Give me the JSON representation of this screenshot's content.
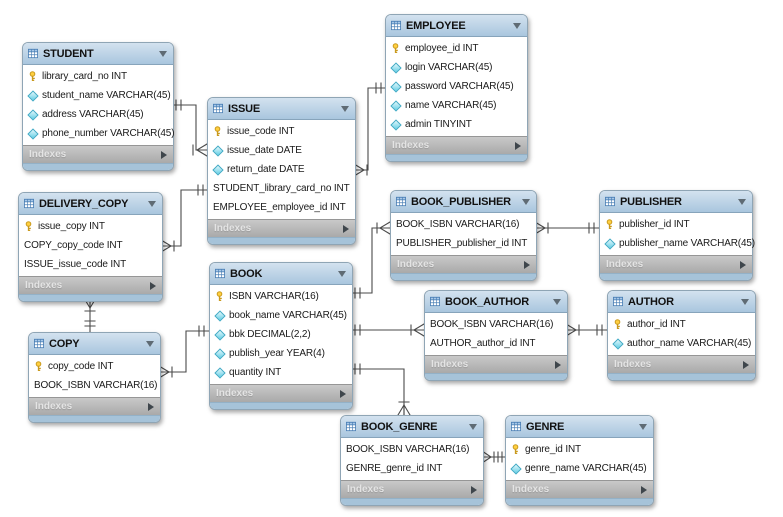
{
  "diagram": {
    "kind": "EER database schema diagram",
    "tables": [
      {
        "name": "STUDENT",
        "footer": "Indexes",
        "columns": [
          {
            "icon": "key",
            "text": "library_card_no INT"
          },
          {
            "icon": "diamond",
            "text": "student_name VARCHAR(45)"
          },
          {
            "icon": "diamond",
            "text": "address VARCHAR(45)"
          },
          {
            "icon": "diamond",
            "text": "phone_number VARCHAR(45)"
          }
        ]
      },
      {
        "name": "ISSUE",
        "footer": "Indexes",
        "columns": [
          {
            "icon": "key",
            "text": "issue_code INT"
          },
          {
            "icon": "diamond",
            "text": "issue_date DATE"
          },
          {
            "icon": "diamond",
            "text": "return_date DATE"
          },
          {
            "icon": "none",
            "text": "STUDENT_library_card_no INT"
          },
          {
            "icon": "none",
            "text": "EMPLOYEE_employee_id INT"
          }
        ]
      },
      {
        "name": "EMPLOYEE",
        "footer": "Indexes",
        "columns": [
          {
            "icon": "key",
            "text": "employee_id INT"
          },
          {
            "icon": "diamond",
            "text": "login VARCHAR(45)"
          },
          {
            "icon": "diamond",
            "text": "password VARCHAR(45)"
          },
          {
            "icon": "diamond",
            "text": "name VARCHAR(45)"
          },
          {
            "icon": "diamond",
            "text": "admin TINYINT"
          }
        ]
      },
      {
        "name": "DELIVERY_COPY",
        "footer": "Indexes",
        "columns": [
          {
            "icon": "key",
            "text": "issue_copy INT"
          },
          {
            "icon": "none",
            "text": "COPY_copy_code INT"
          },
          {
            "icon": "none",
            "text": "ISSUE_issue_code INT"
          }
        ]
      },
      {
        "name": "BOOK_PUBLISHER",
        "footer": "Indexes",
        "columns": [
          {
            "icon": "none",
            "text": "BOOK_ISBN VARCHAR(16)"
          },
          {
            "icon": "none",
            "text": "PUBLISHER_publisher_id INT"
          }
        ]
      },
      {
        "name": "PUBLISHER",
        "footer": "Indexes",
        "columns": [
          {
            "icon": "key",
            "text": "publisher_id INT"
          },
          {
            "icon": "diamond",
            "text": "publisher_name VARCHAR(45)"
          }
        ]
      },
      {
        "name": "BOOK",
        "footer": "Indexes",
        "columns": [
          {
            "icon": "key",
            "text": "ISBN VARCHAR(16)"
          },
          {
            "icon": "diamond",
            "text": "book_name VARCHAR(45)"
          },
          {
            "icon": "diamond",
            "text": "bbk DECIMAL(2,2)"
          },
          {
            "icon": "diamond",
            "text": "publish_year YEAR(4)"
          },
          {
            "icon": "diamond",
            "text": "quantity INT"
          }
        ]
      },
      {
        "name": "BOOK_AUTHOR",
        "footer": "Indexes",
        "columns": [
          {
            "icon": "none",
            "text": "BOOK_ISBN VARCHAR(16)"
          },
          {
            "icon": "none",
            "text": "AUTHOR_author_id INT"
          }
        ]
      },
      {
        "name": "AUTHOR",
        "footer": "Indexes",
        "columns": [
          {
            "icon": "key",
            "text": "author_id INT"
          },
          {
            "icon": "diamond",
            "text": "author_name VARCHAR(45)"
          }
        ]
      },
      {
        "name": "COPY",
        "footer": "Indexes",
        "columns": [
          {
            "icon": "key",
            "text": "copy_code INT"
          },
          {
            "icon": "none",
            "text": "BOOK_ISBN VARCHAR(16)"
          }
        ]
      },
      {
        "name": "BOOK_GENRE",
        "footer": "Indexes",
        "columns": [
          {
            "icon": "none",
            "text": "BOOK_ISBN VARCHAR(16)"
          },
          {
            "icon": "none",
            "text": "GENRE_genre_id INT"
          }
        ]
      },
      {
        "name": "GENRE",
        "footer": "Indexes",
        "columns": [
          {
            "icon": "key",
            "text": "genre_id INT"
          },
          {
            "icon": "diamond",
            "text": "genre_name VARCHAR(45)"
          }
        ]
      }
    ],
    "relations": [
      {
        "from": "STUDENT",
        "to": "ISSUE",
        "from_end": "one",
        "to_end": "many"
      },
      {
        "from": "EMPLOYEE",
        "to": "ISSUE",
        "from_end": "one",
        "to_end": "many"
      },
      {
        "from": "ISSUE",
        "to": "DELIVERY_COPY",
        "from_end": "one",
        "to_end": "many"
      },
      {
        "from": "COPY",
        "to": "DELIVERY_COPY",
        "from_end": "one",
        "to_end": "many"
      },
      {
        "from": "BOOK",
        "to": "COPY",
        "from_end": "one",
        "to_end": "many"
      },
      {
        "from": "BOOK",
        "to": "BOOK_PUBLISHER",
        "from_end": "one",
        "to_end": "many"
      },
      {
        "from": "PUBLISHER",
        "to": "BOOK_PUBLISHER",
        "from_end": "one",
        "to_end": "many"
      },
      {
        "from": "BOOK",
        "to": "BOOK_AUTHOR",
        "from_end": "one",
        "to_end": "many"
      },
      {
        "from": "AUTHOR",
        "to": "BOOK_AUTHOR",
        "from_end": "one",
        "to_end": "many"
      },
      {
        "from": "BOOK",
        "to": "BOOK_GENRE",
        "from_end": "one",
        "to_end": "many"
      },
      {
        "from": "GENRE",
        "to": "BOOK_GENRE",
        "from_end": "one",
        "to_end": "many"
      }
    ],
    "icons": {
      "key": "primary-key-icon (yellow key)",
      "diamond": "column-diamond-icon (cyan diamond)",
      "table": "table-grid-icon",
      "collapse": "collapse-triangle-icon",
      "expand": "expand-arrow-icon"
    },
    "colors": {
      "header_blue": "#a9c6de",
      "footer_gray": "#b5b5b5",
      "bottom_bar_blue": "#a6c3d9",
      "connector_line": "#4a4a4a",
      "key_icon": "#ffcf40",
      "diamond_icon": "#62cfe5"
    }
  }
}
